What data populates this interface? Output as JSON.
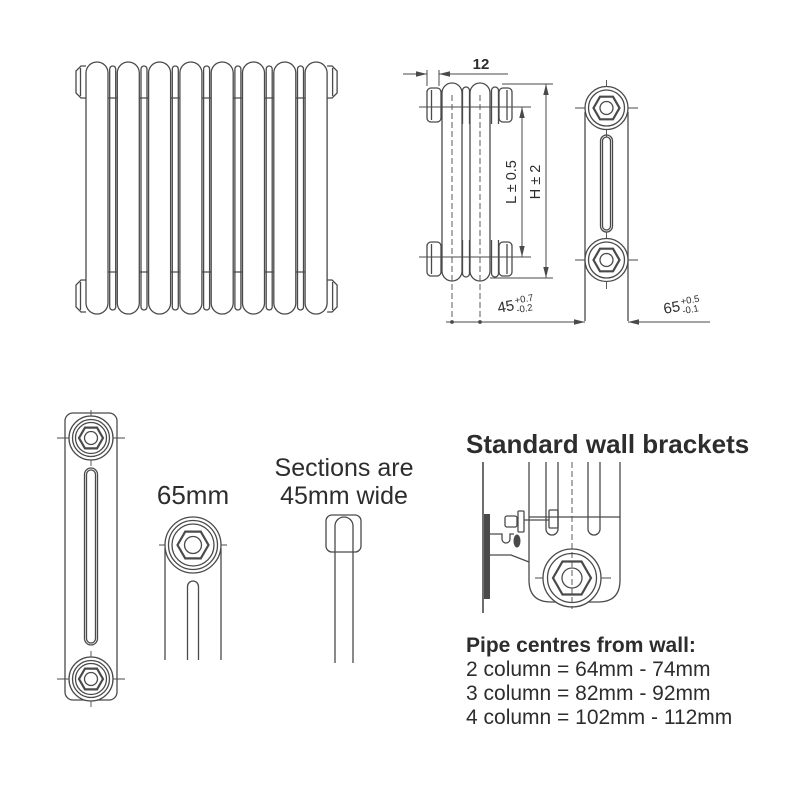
{
  "colors": {
    "line": "#4a4a4a",
    "text": "#2d2d2d",
    "background": "#ffffff"
  },
  "dimensions": {
    "top_width": "12",
    "length": "L ± 0.5",
    "height": "H ± 2",
    "section_pitch": {
      "value": "45",
      "upper": "+0.7",
      "lower": "-0.2"
    },
    "column_depth": {
      "value": "65",
      "upper": "+0.5",
      "lower": "-0.1"
    }
  },
  "labels": {
    "column_depth": "65mm",
    "section_note_1": "Sections are",
    "section_note_2": "45mm wide"
  },
  "wall_brackets": {
    "title": "Standard wall brackets",
    "pipe_centres_heading": "Pipe centres from wall:",
    "rows": [
      "2 column = 64mm - 74mm",
      "3 column = 82mm - 92mm",
      "4 column = 102mm - 112mm"
    ]
  }
}
